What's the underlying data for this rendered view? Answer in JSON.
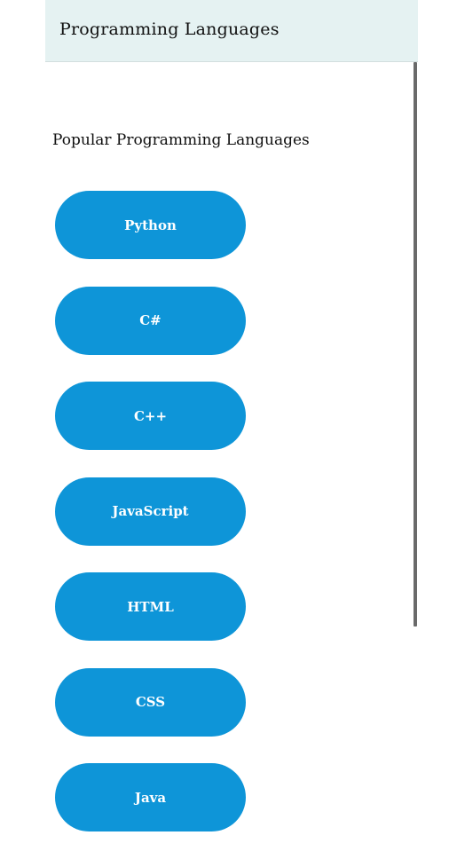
{
  "toolbar": {
    "title": "Programming Languages"
  },
  "main": {
    "heading": "Popular Programming Languages",
    "languages": [
      "Python",
      "C#",
      "C++",
      "JavaScript",
      "HTML",
      "CSS",
      "Java"
    ]
  },
  "colors": {
    "toolbar_background": "#e5f2f2",
    "button_background": "#0e95d8",
    "button_text": "#ffffff"
  }
}
